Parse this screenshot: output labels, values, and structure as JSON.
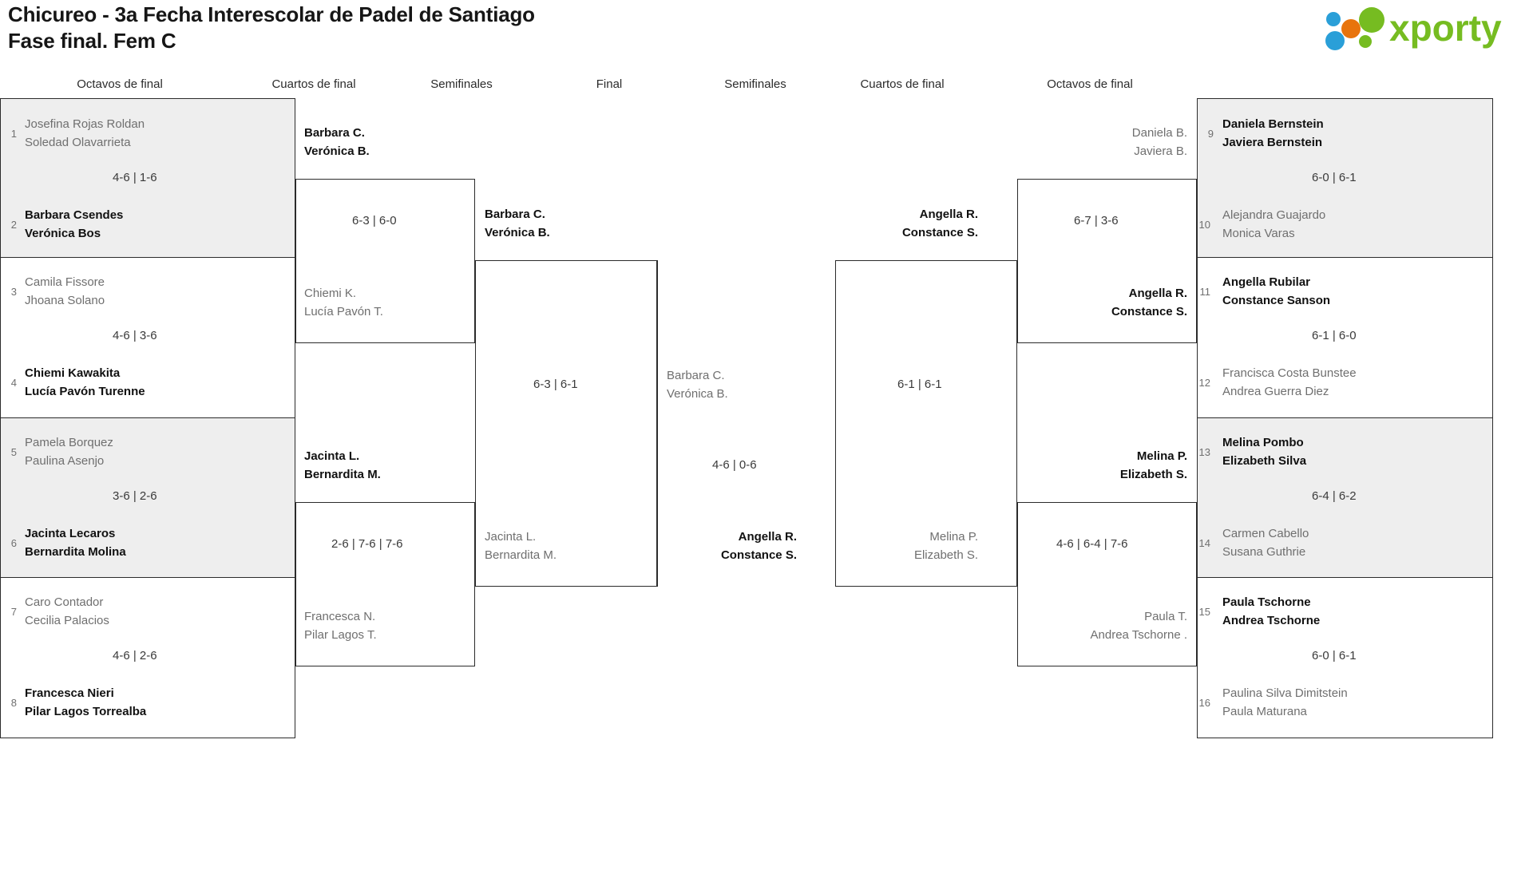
{
  "header": {
    "title_line1": "Chicureo - 3a Fecha Interescolar de Padel de Santiago",
    "title_line2": "Fase final. Fem C",
    "logo_text": "xporty",
    "logo_colors": {
      "green": "#76bc21",
      "orange": "#e8740c",
      "blue": "#2a9fd8"
    }
  },
  "columns": [
    {
      "id": "octavos-left",
      "label": "Octavos de final"
    },
    {
      "id": "cuartos-left",
      "label": "Cuartos de final"
    },
    {
      "id": "semis-left",
      "label": "Semifinales"
    },
    {
      "id": "final",
      "label": "Final"
    },
    {
      "id": "semis-right",
      "label": "Semifinales"
    },
    {
      "id": "cuartos-right",
      "label": "Cuartos de final"
    },
    {
      "id": "octavos-right",
      "label": "Octavos de final"
    }
  ],
  "octavos_left": [
    {
      "seed": "1",
      "p1": "Josefina Rojas Roldan",
      "p2": "Soledad Olavarrieta",
      "winner": false,
      "shaded": true
    },
    {
      "seed": "2",
      "p1": "Barbara Csendes",
      "p2": "Verónica Bos",
      "winner": true,
      "shaded": true,
      "score": "4-6 | 1-6"
    },
    {
      "seed": "3",
      "p1": "Camila Fissore",
      "p2": "Jhoana Solano",
      "winner": false,
      "shaded": false
    },
    {
      "seed": "4",
      "p1": "Chiemi Kawakita",
      "p2": "Lucía Pavón Turenne",
      "winner": true,
      "shaded": false,
      "score": "4-6 | 3-6"
    },
    {
      "seed": "5",
      "p1": "Pamela Borquez",
      "p2": "Paulina Asenjo",
      "winner": false,
      "shaded": true
    },
    {
      "seed": "6",
      "p1": "Jacinta Lecaros",
      "p2": "Bernardita Molina",
      "winner": true,
      "shaded": true,
      "score": "3-6 | 2-6"
    },
    {
      "seed": "7",
      "p1": "Caro Contador",
      "p2": "Cecilia Palacios",
      "winner": false,
      "shaded": false
    },
    {
      "seed": "8",
      "p1": "Francesca Nieri",
      "p2": "Pilar Lagos Torrealba",
      "winner": true,
      "shaded": false,
      "score": "4-6 | 2-6"
    }
  ],
  "octavos_right": [
    {
      "seed": "9",
      "p1": "Daniela Bernstein",
      "p2": "Javiera Bernstein",
      "winner": true,
      "shaded": true
    },
    {
      "seed": "10",
      "p1": "Alejandra Guajardo",
      "p2": "Monica Varas",
      "winner": false,
      "shaded": true,
      "score": "6-0 | 6-1"
    },
    {
      "seed": "11",
      "p1": "Angella Rubilar",
      "p2": "Constance Sanson",
      "winner": true,
      "shaded": false
    },
    {
      "seed": "12",
      "p1": "Francisca Costa Bunstee",
      "p2": "Andrea Guerra Diez",
      "winner": false,
      "shaded": false,
      "score": "6-1 | 6-0"
    },
    {
      "seed": "13",
      "p1": "Melina Pombo",
      "p2": "Elizabeth Silva",
      "winner": true,
      "shaded": true
    },
    {
      "seed": "14",
      "p1": "Carmen Cabello",
      "p2": "Susana Guthrie",
      "winner": false,
      "shaded": true,
      "score": "6-4 | 6-2"
    },
    {
      "seed": "15",
      "p1": "Paula Tschorne",
      "p2": "Andrea Tschorne",
      "winner": true,
      "shaded": false
    },
    {
      "seed": "16",
      "p1": "Paulina Silva Dimitstein",
      "p2": "Paula Maturana",
      "winner": false,
      "shaded": false,
      "score": "6-0 | 6-1"
    }
  ],
  "cuartos_left": [
    {
      "top_p1": "Barbara C.",
      "top_p2": "Verónica B.",
      "top_winner": true,
      "bot_p1": "Chiemi K.",
      "bot_p2": "Lucía Pavón T.",
      "bot_winner": false,
      "score": "6-3 | 6-0"
    },
    {
      "top_p1": "Jacinta L.",
      "top_p2": "Bernardita M.",
      "top_winner": true,
      "bot_p1": "Francesca N.",
      "bot_p2": "Pilar Lagos T.",
      "bot_winner": false,
      "score": "2-6 | 7-6 | 7-6"
    }
  ],
  "cuartos_right": [
    {
      "top_p1": "Daniela B.",
      "top_p2": "Javiera B.",
      "top_winner": false,
      "bot_p1": "Angella R.",
      "bot_p2": "Constance S.",
      "bot_winner": true,
      "score": "6-7 | 3-6"
    },
    {
      "top_p1": "Melina P.",
      "top_p2": "Elizabeth S.",
      "top_winner": true,
      "bot_p1": "Paula T.",
      "bot_p2": "Andrea Tschorne .",
      "bot_winner": false,
      "score": "4-6 | 6-4 | 7-6"
    }
  ],
  "semis_left": {
    "top_p1": "Barbara C.",
    "top_p2": "Verónica B.",
    "top_winner": true,
    "bot_p1": "Jacinta L.",
    "bot_p2": "Bernardita M.",
    "bot_winner": false,
    "score": "6-3 | 6-1"
  },
  "semis_right": {
    "top_p1": "Angella R.",
    "top_p2": "Constance S.",
    "top_winner": true,
    "bot_p1": "Melina P.",
    "bot_p2": "Elizabeth S.",
    "bot_winner": false,
    "score": "6-1 | 6-1"
  },
  "final": {
    "top_p1": "Barbara C.",
    "top_p2": "Verónica B.",
    "top_winner": false,
    "bot_p1": "Angella R.",
    "bot_p2": "Constance S.",
    "bot_winner": true,
    "score": "4-6 | 0-6"
  }
}
